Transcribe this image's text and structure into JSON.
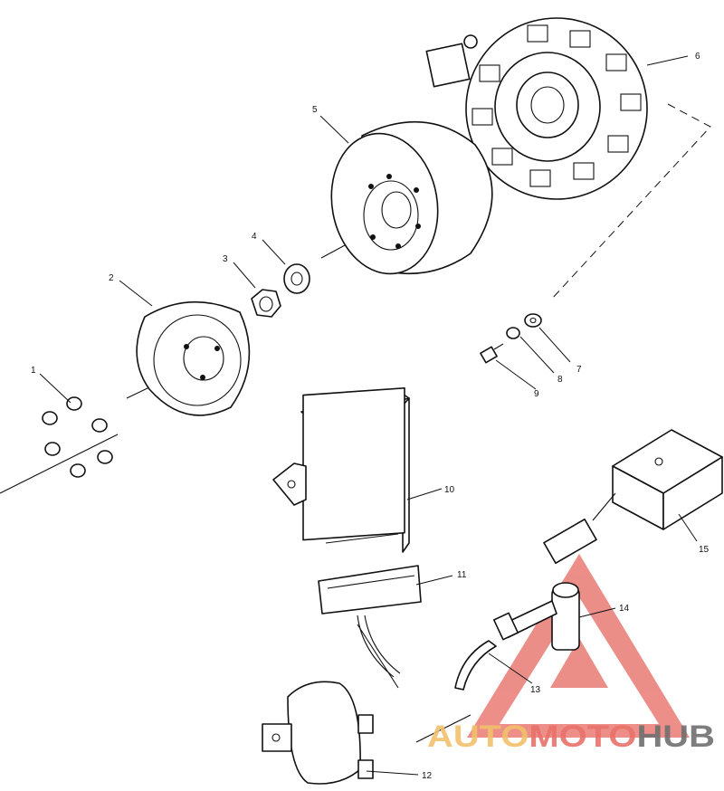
{
  "callouts": {
    "c1": "1",
    "c2": "2",
    "c3": "3",
    "c4": "4",
    "c5": "5",
    "c6": "6",
    "c7": "7",
    "c8": "8",
    "c9": "9",
    "c10": "10",
    "c11": "11",
    "c12": "12",
    "c13": "13",
    "c14": "14",
    "c15": "15"
  },
  "watermark": {
    "auto": "AUTO",
    "moto": "MOTO",
    "hub": "HUB",
    "colors": {
      "triangle": "#e8726b",
      "auto": "#f2c06b",
      "moto": "#e8726b",
      "hub": "#6f6f6f"
    }
  }
}
